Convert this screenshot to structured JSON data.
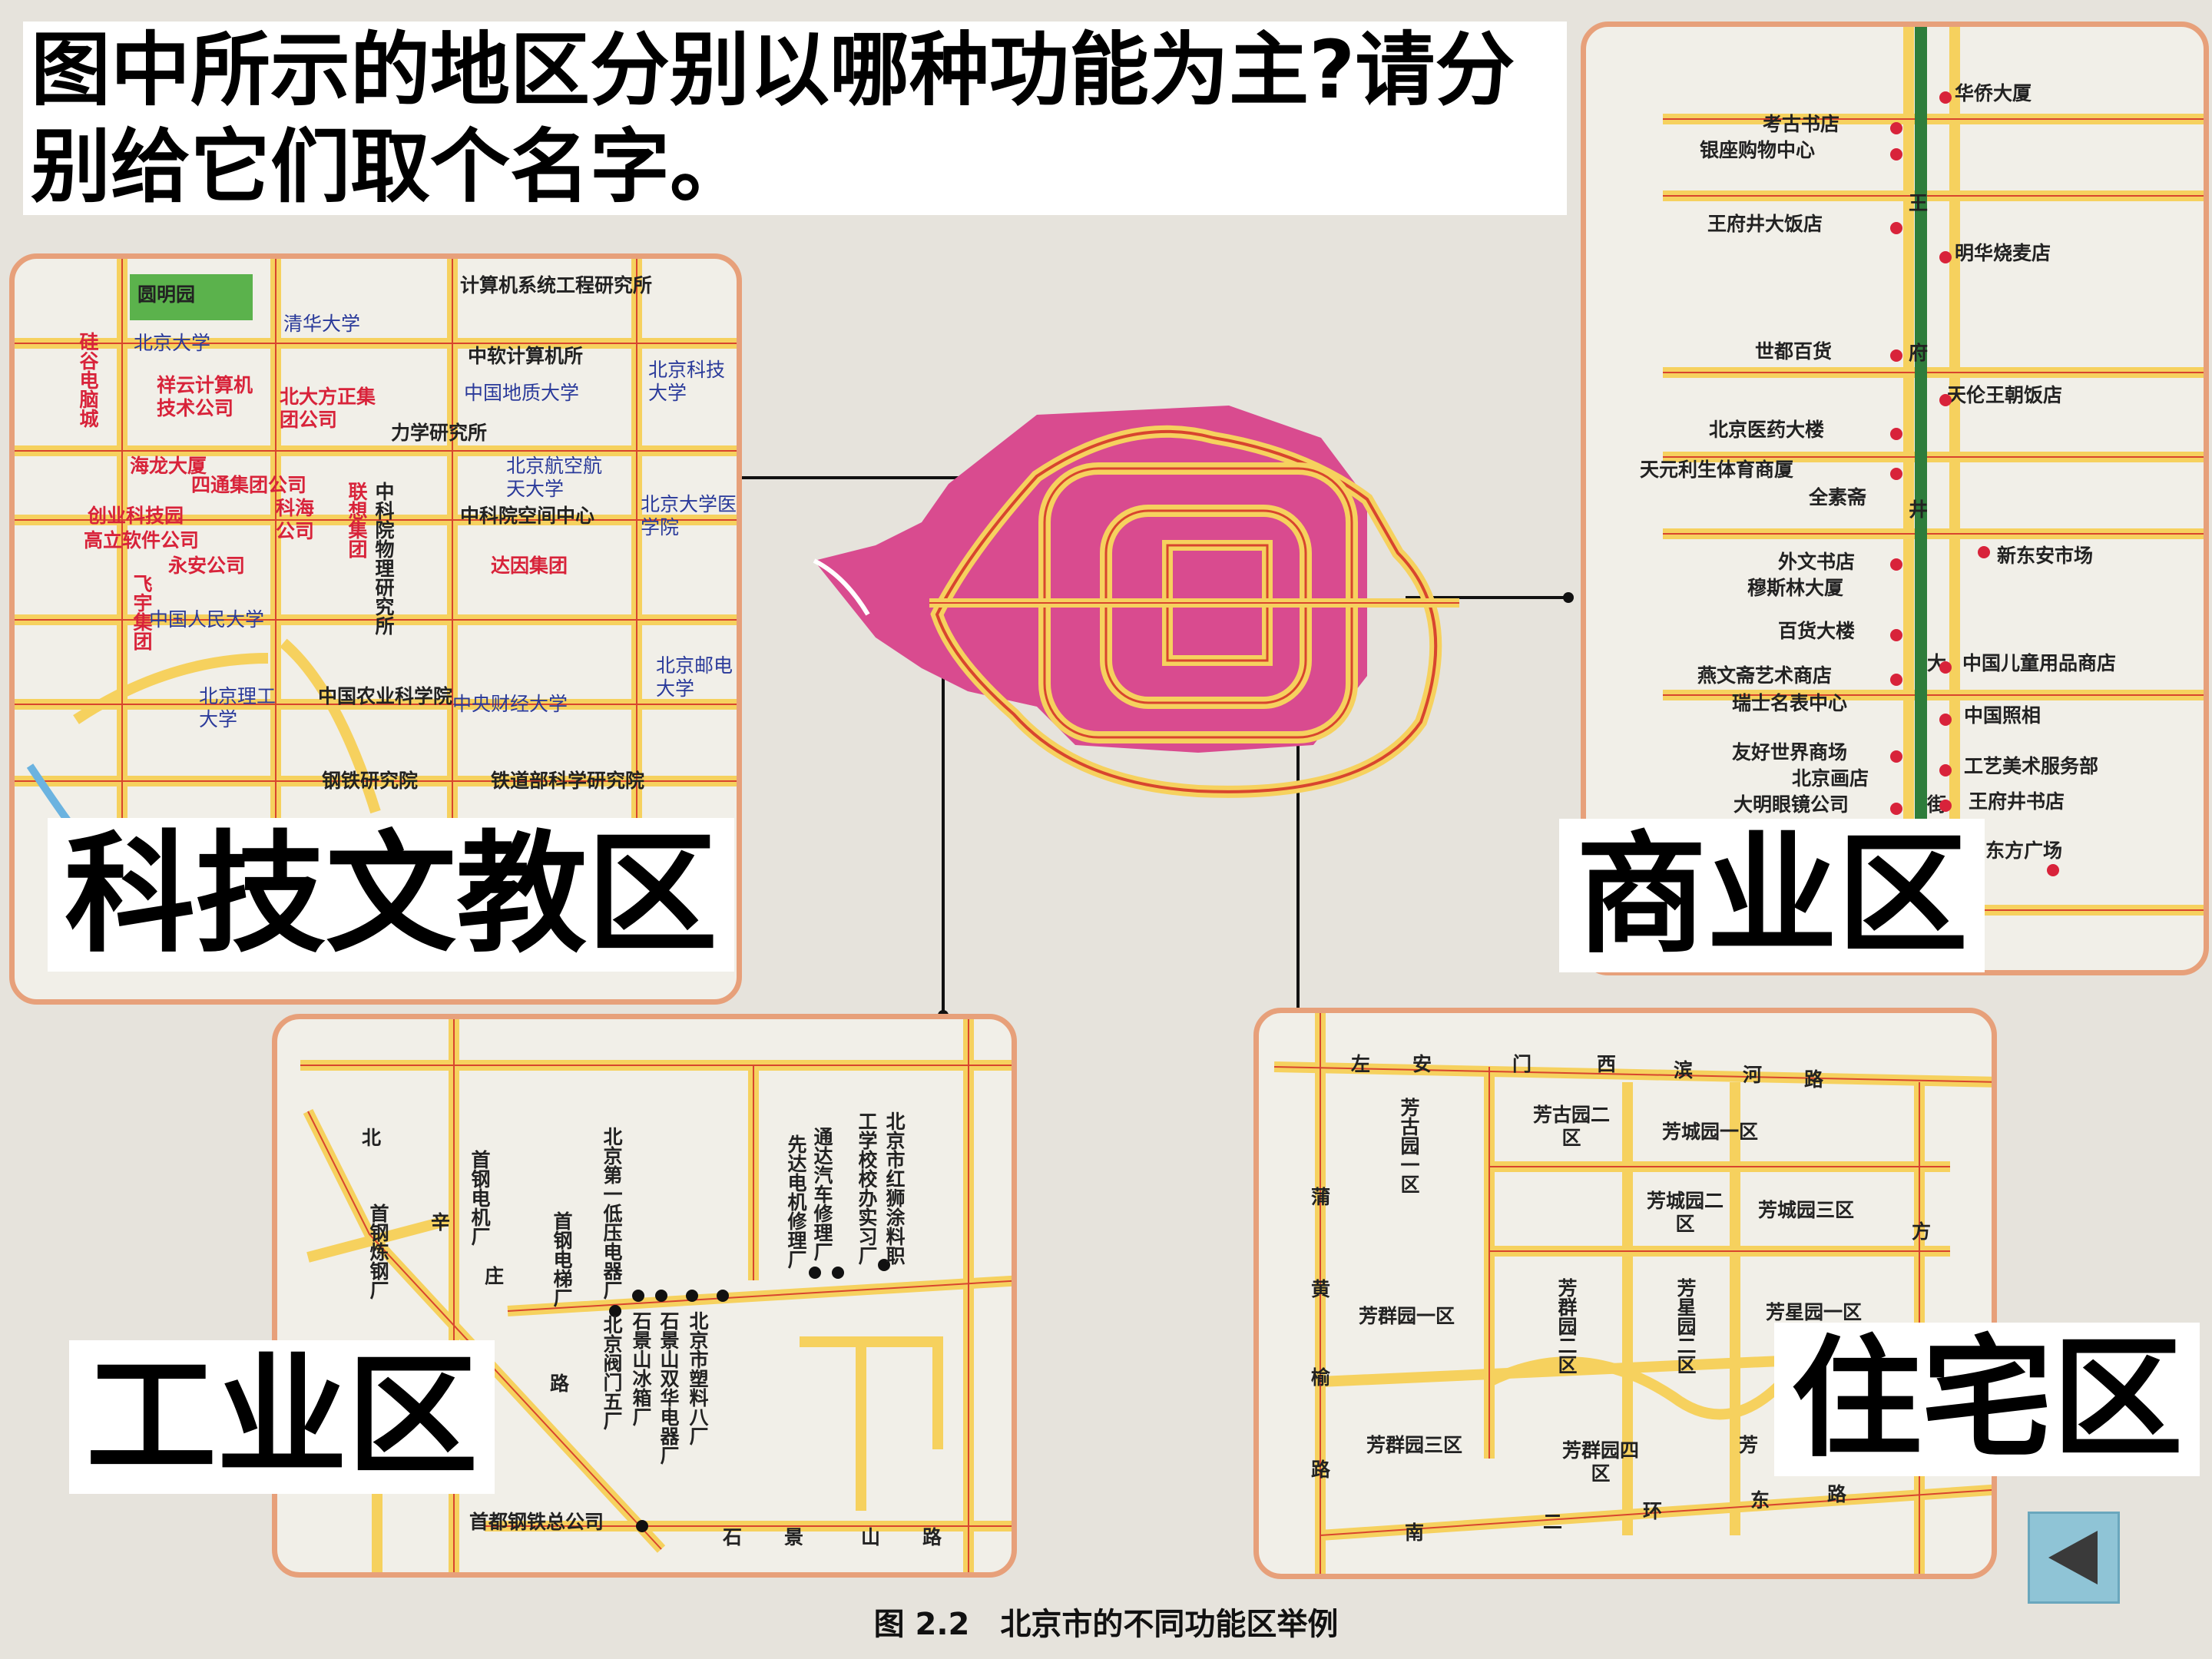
{
  "question": "图中所示的地区分别以哪种功能为主?请分别给它们取个名字。",
  "zones": {
    "tech": "科技文教区",
    "commercial": "商业区",
    "industrial": "工业区",
    "residential": "住宅区"
  },
  "caption": "图 2.2　北京市的不同功能区举例",
  "tech_map": {
    "labels_red": [
      "硅谷电脑城",
      "祥云计算机技术公司",
      "北大方正集团公司",
      "海龙大厦",
      "四通集团公司",
      "科海公司",
      "联想集团",
      "创业科技园",
      "高立软件公司",
      "永安公司",
      "飞宇集团",
      "达因集团"
    ],
    "labels_blue": [
      "清华大学",
      "北京大学",
      "中国地质大学",
      "北京科技大学",
      "北京航空航天大学",
      "北京大学医学院",
      "中国人民大学",
      "北京邮电大学",
      "北京理工大学",
      "中央财经大学"
    ],
    "labels_black": [
      "圆明园",
      "计算机系统工程研究所",
      "中软计算机所",
      "力学研究所",
      "中科院物理研究所",
      "中科院空间中心",
      "中国农业科学院",
      "钢铁研究院",
      "铁道部科学研究院"
    ]
  },
  "commercial_map": {
    "left": [
      "考古书店",
      "银座购物中心",
      "王府井大饭店",
      "世都百货",
      "北京医药大楼",
      "天元利生体育商厦",
      "全素斋",
      "外文书店",
      "穆斯林大厦",
      "百货大楼",
      "燕文斋艺术商店",
      "瑞士名表中心",
      "友好世界商场",
      "北京画店",
      "大明眼镜公司"
    ],
    "right": [
      "华侨大厦",
      "明华烧麦店",
      "天伦王朝饭店",
      "新东安市场",
      "中国儿童用品商店",
      "中国照相",
      "工艺美术服务部",
      "王府井书店",
      "东方广场"
    ],
    "street": [
      "王",
      "府",
      "井",
      "大",
      "街"
    ]
  },
  "industrial_map": {
    "labels": [
      "首钢炼钢厂",
      "首钢电机厂",
      "首钢电梯厂",
      "北京第一低压电器厂",
      "北京阀门五厂",
      "石景山冰箱厂",
      "石景山双华电器厂",
      "北京市塑料八厂",
      "先达电机修理厂",
      "通达汽车修理厂",
      "工学校校办实习厂",
      "北京市红狮涂料职",
      "首都钢铁总公司"
    ],
    "roads": [
      "北",
      "辛",
      "庄",
      "路",
      "石",
      "景",
      "山",
      "路"
    ]
  },
  "residential_map": {
    "labels": [
      "芳古园一区",
      "芳古园二区",
      "芳城园一区",
      "芳城园二区",
      "芳城园三区",
      "芳群园一区",
      "芳群园二区",
      "芳星园二区",
      "芳星园一区",
      "芳群园三区",
      "芳群园四区",
      "芳"
    ],
    "roads_top": [
      "左",
      "安",
      "门",
      "西",
      "滨",
      "河",
      "路"
    ],
    "roads_left": [
      "蒲",
      "黄",
      "榆",
      "路"
    ],
    "roads_bottom": [
      "南",
      "二",
      "环",
      "东",
      "路"
    ],
    "road_right": "方"
  },
  "colors": {
    "road_fill": "#f6d15e",
    "road_edge": "#d8452e",
    "city_pink": "#d94b8f",
    "panel_border": "#e7a07a",
    "back_button": "#8fc4d6"
  },
  "icons": {
    "back": "back-triangle-icon"
  }
}
